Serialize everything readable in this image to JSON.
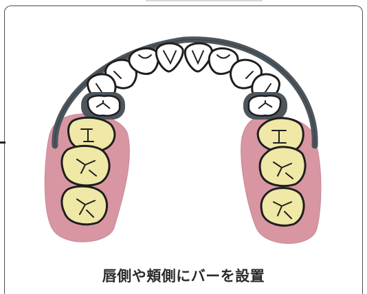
{
  "caption": "唇側や頬側にバーを設置",
  "colors": {
    "bar": "#4d565d",
    "gum_pad": "#d896a2",
    "molar_fill": "#efe8a6",
    "outline": "#1e1e1e",
    "anterior_fill": "#ffffff"
  },
  "icons": {
    "bar": "labial-buccal-bar",
    "pads": "buccal-gum-pads",
    "teeth": "tooth-outline"
  }
}
